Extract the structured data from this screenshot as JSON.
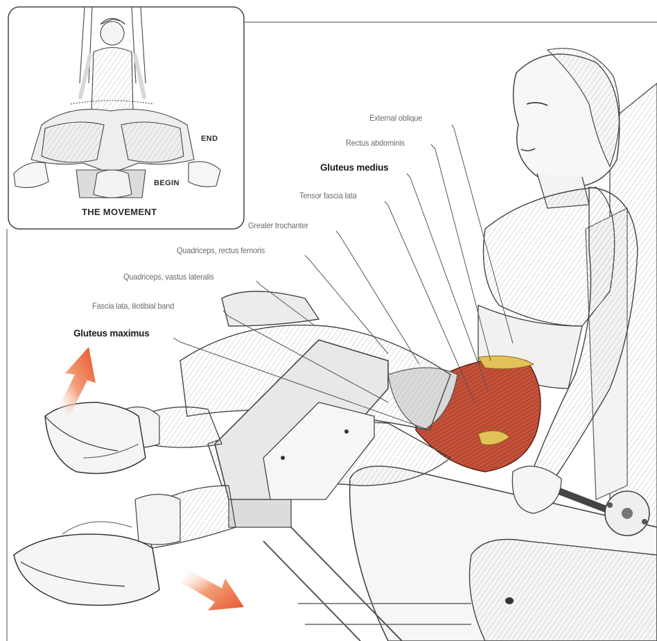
{
  "inset": {
    "title": "THE MOVEMENT",
    "end_label": "END",
    "begin_label": "BEGIN"
  },
  "muscle_labels": [
    {
      "text": "External oblique",
      "emphasis": false
    },
    {
      "text": "Rectus abdominis",
      "emphasis": false
    },
    {
      "text": "Gluteus medius",
      "emphasis": true
    },
    {
      "text": "Tensor fascia lata",
      "emphasis": false
    },
    {
      "text": "Greater trochanter",
      "emphasis": false
    },
    {
      "text": "Quadriceps, rectus femoris",
      "emphasis": false
    },
    {
      "text": "Quadriceps, vastus lateralis",
      "emphasis": false
    },
    {
      "text": "Fascia lata, iliotibial band",
      "emphasis": false
    },
    {
      "text": "Gluteus maximus",
      "emphasis": true
    }
  ],
  "colors": {
    "line_art": "#4a4a4a",
    "muscle_highlight": "#b5442f",
    "fat_highlight": "#e3c25a",
    "arrow_orange": "#e8532a"
  }
}
